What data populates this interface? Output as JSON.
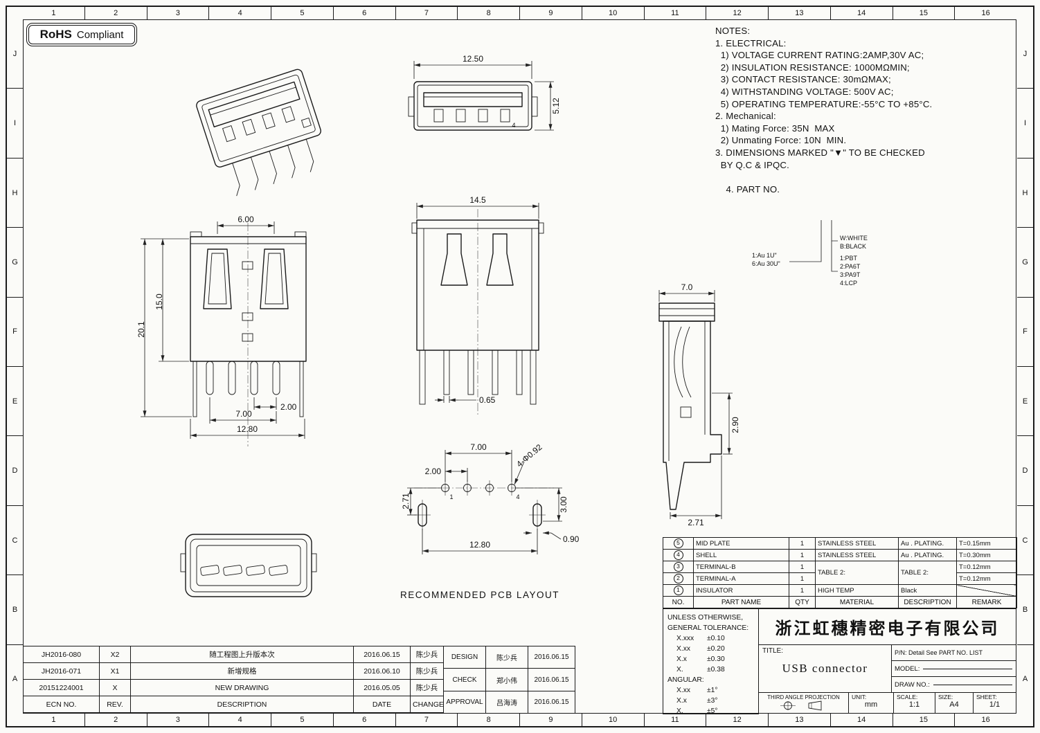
{
  "rohs": {
    "bold": "RoHS",
    "rest": "Compliant"
  },
  "ruler": {
    "cols": [
      "1",
      "2",
      "3",
      "4",
      "5",
      "6",
      "7",
      "8",
      "9",
      "10",
      "11",
      "12",
      "13",
      "14",
      "15",
      "16"
    ],
    "rows": [
      "J",
      "I",
      "H",
      "G",
      "F",
      "E",
      "D",
      "C",
      "B",
      "A"
    ]
  },
  "notes": {
    "lines": [
      "NOTES:",
      "1. ELECTRICAL:",
      "  1) VOLTAGE CURRENT RATING:2AMP,30V AC;",
      "  2) INSULATION RESISTANCE: 1000MΩMIN;",
      "  3) CONTACT RESISTANCE: 30mΩMAX;",
      "  4) WITHSTANDING VOLTAGE: 500V AC;",
      "  5) OPERATING TEMPERATURE:-55°C TO +85°C.",
      "2. Mechanical:",
      "  1) Mating Force: 35N  MAX",
      "  2) Unmating Force: 10N  MIN.",
      "3. DIMENSIONS MARKED \"▼\" TO BE CHECKED",
      "  BY Q.C & IPQC.",
      "",
      "    4. PART NO."
    ]
  },
  "legend": {
    "au1": "1:Au 1U\"",
    "au2": "6:Au 30U\"",
    "w": "W:WHITE",
    "b": "B:BLACK",
    "m1": "1:PBT",
    "m2": "2:PA6T",
    "m3": "3:PA9T",
    "m4": "4:LCP"
  },
  "views": {
    "ft": {
      "w": "12.50",
      "h": "5.12",
      "pin": "4"
    },
    "fm": {
      "w": "14.5",
      "leg": "0.65"
    },
    "fl": {
      "a": "6.00",
      "b": "15.0",
      "c": "20.1",
      "d": "2.00",
      "e": "7.00",
      "f": "12.80"
    },
    "sv": {
      "w": "7.0",
      "a": "2.90",
      "b": "2.71"
    },
    "pcb": {
      "title": "RECOMMENDED PCB LAYOUT",
      "a": "7.00",
      "b": "2.00",
      "c": "2.71",
      "d": "3.00",
      "e": "4-Φ0.92",
      "f": "0.90",
      "g": "12.80",
      "p1": "1",
      "p4": "4"
    }
  },
  "bom": {
    "headers": [
      "NO.",
      "PART NAME",
      "QTY",
      "MATERIAL",
      "DESCRIPTION",
      "REMARK"
    ],
    "rows": [
      {
        "no": "5",
        "name": "MID PLATE",
        "qty": "1",
        "material": "STAINLESS STEEL",
        "desc": "Au . PLATING.",
        "remark": "T=0.15mm"
      },
      {
        "no": "4",
        "name": "SHELL",
        "qty": "1",
        "material": "STAINLESS STEEL",
        "desc": "Au . PLATING.",
        "remark": "T=0.30mm"
      },
      {
        "no": "3",
        "name": "TERMINAL-B",
        "qty": "1",
        "material": "TABLE 2:",
        "desc": "TABLE 2:",
        "remark": "T=0.12mm"
      },
      {
        "no": "2",
        "name": "TERMINAL-A",
        "qty": "1",
        "material": "",
        "desc": "",
        "remark": "T=0.12mm"
      },
      {
        "no": "1",
        "name": "INSULATOR",
        "qty": "1",
        "material": "HIGH TEMP",
        "desc": "Black",
        "remark": ""
      }
    ]
  },
  "tolerance": {
    "l1": "UNLESS OTHERWISE,",
    "l2": "GENERAL TOLERANCE:",
    "rows": [
      [
        "X.xxx",
        "±0.10"
      ],
      [
        "X.xx",
        "±0.20"
      ],
      [
        "X.x",
        "±0.30"
      ],
      [
        "X.",
        "±0.38"
      ]
    ],
    "angular": "ANGULAR:",
    "arows": [
      [
        "X.xx",
        "±1°"
      ],
      [
        "X.x",
        "±3°"
      ],
      [
        "X.",
        "±5°"
      ]
    ]
  },
  "company": "浙江虹穗精密电子有限公司",
  "titleblock": {
    "title_label": "TITLE:",
    "title": "USB connector",
    "pn": "P/N: Detail See PART NO. LIST",
    "model_label": "MODEL:",
    "draw_label": "DRAW NO.:",
    "projection": "THIRD ANGLE PROJECTION",
    "unit_label": "UNIT:",
    "unit": "mm",
    "scale_label": "SCALE:",
    "scale": "1:1",
    "size_label": "SIZE:",
    "size": "A4",
    "sheet_label": "SHEET:",
    "sheet": "1/1"
  },
  "revisions": {
    "headers": {
      "ecn": "ECN NO.",
      "rev": "REV.",
      "desc": "DESCRIPTION",
      "date": "DATE",
      "by": "CHANGE"
    },
    "rows": [
      {
        "ecn": "JH2016-080",
        "rev": "X2",
        "desc": "随工程图上升版本次",
        "date": "2016.06.15",
        "by": "陈少兵"
      },
      {
        "ecn": "JH2016-071",
        "rev": "X1",
        "desc": "新增规格",
        "date": "2016.06.10",
        "by": "陈少兵"
      },
      {
        "ecn": "20151224001",
        "rev": "X",
        "desc": "NEW DRAWING",
        "date": "2016.05.05",
        "by": "陈少兵"
      }
    ]
  },
  "approvals": {
    "rows": [
      {
        "role": "DESIGN",
        "name": "陈少兵",
        "date": "2016.06.15"
      },
      {
        "role": "CHECK",
        "name": "郑小伟",
        "date": "2016.06.15"
      },
      {
        "role": "APPROVAL",
        "name": "吕海涛",
        "date": "2016.06.15"
      }
    ]
  }
}
